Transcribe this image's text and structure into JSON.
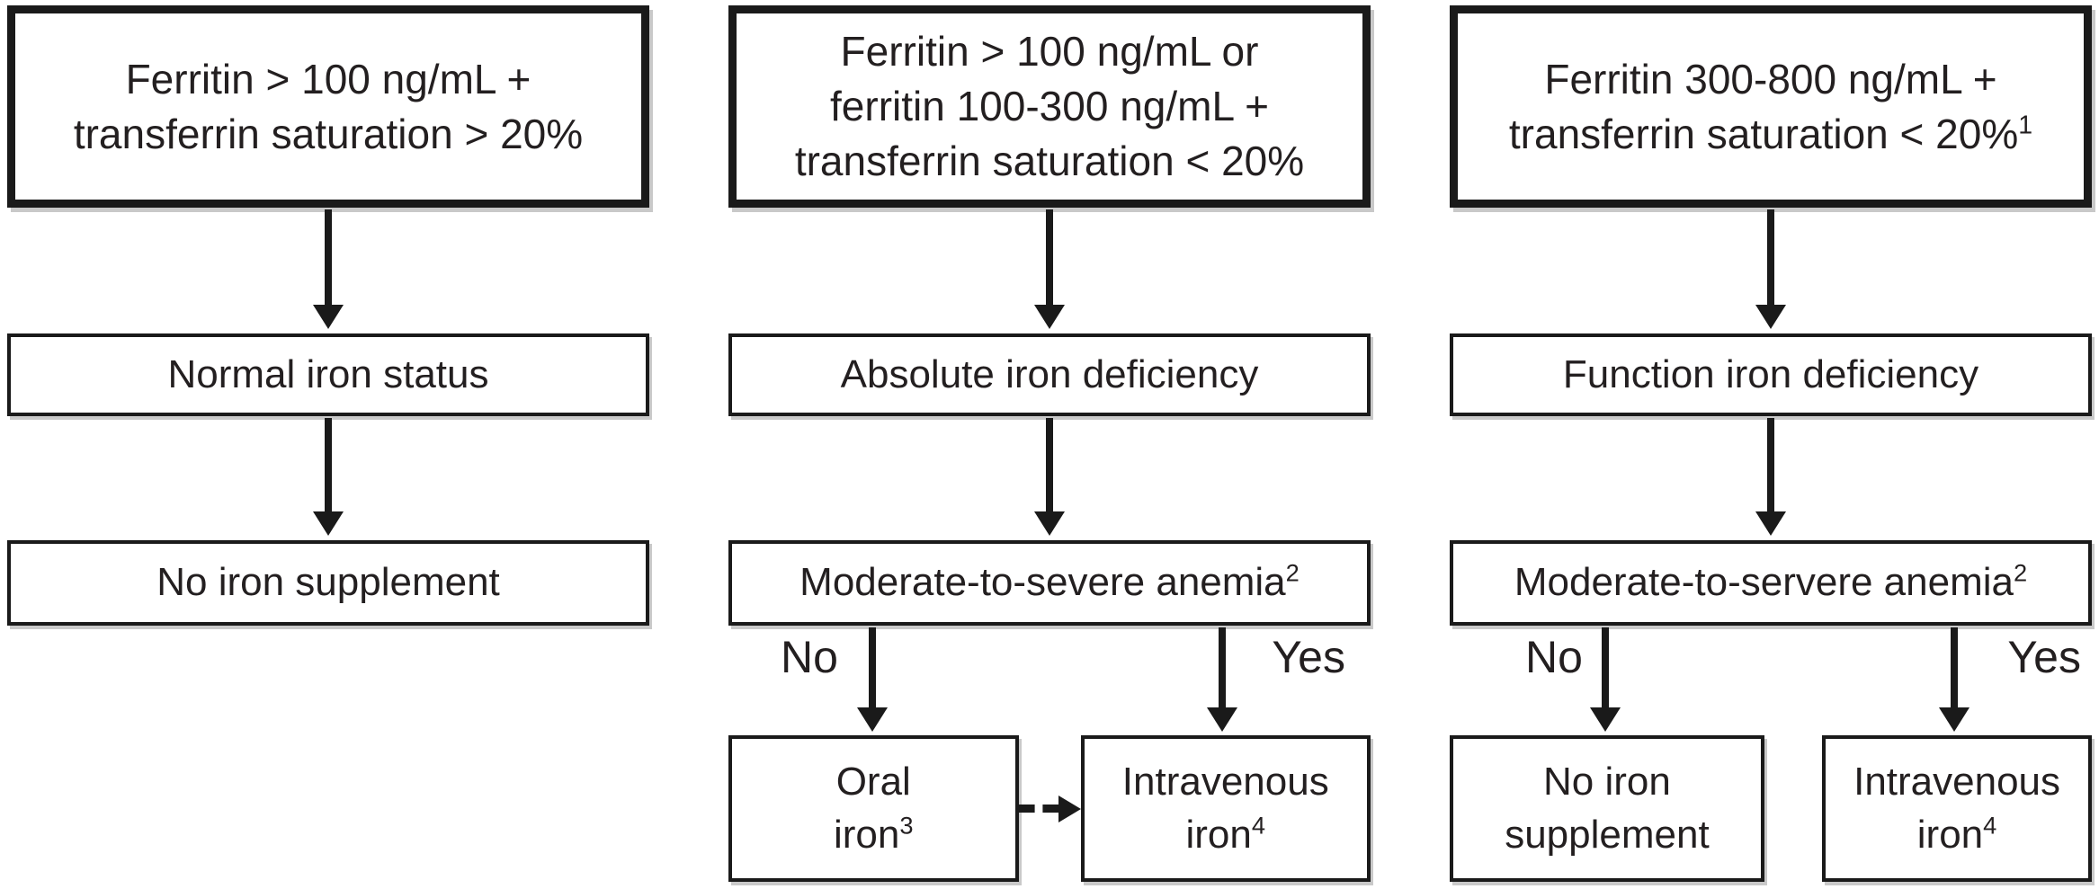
{
  "colors": {
    "border": "#1a1a1a",
    "text": "#231f20",
    "background": "#ffffff",
    "shadow": "#c9c9c9"
  },
  "columns": [
    {
      "top": {
        "lines": [
          "Ferritin > 100 ng/mL +",
          "transferrin saturation > 20%"
        ]
      },
      "step2": {
        "text": "Normal iron status"
      },
      "step3": {
        "text": "No iron supplement"
      }
    },
    {
      "top": {
        "lines": [
          "Ferritin > 100 ng/mL or",
          "ferritin 100-300 ng/mL +",
          "transferrin saturation < 20%"
        ]
      },
      "step2": {
        "text": "Absolute iron deficiency"
      },
      "step3": {
        "text": "Moderate-to-severe anemia",
        "sup": "2"
      },
      "branch": {
        "no_label": "No",
        "yes_label": "Yes",
        "no_box": {
          "lines": [
            "Oral",
            "iron"
          ],
          "sup": "3"
        },
        "yes_box": {
          "lines": [
            "Intravenous",
            "iron"
          ],
          "sup": "4"
        },
        "dashed_connector": true
      }
    },
    {
      "top": {
        "lines": [
          "Ferritin 300-800 ng/mL +",
          "transferrin saturation < 20%"
        ],
        "sup": "1"
      },
      "step2": {
        "text": "Function iron deficiency"
      },
      "step3": {
        "text": "Moderate-to-servere anemia",
        "sup": "2"
      },
      "branch": {
        "no_label": "No",
        "yes_label": "Yes",
        "no_box": {
          "lines": [
            "No iron",
            "supplement"
          ]
        },
        "yes_box": {
          "lines": [
            "Intravenous",
            "iron"
          ],
          "sup": "4"
        },
        "dashed_connector": false
      }
    }
  ]
}
